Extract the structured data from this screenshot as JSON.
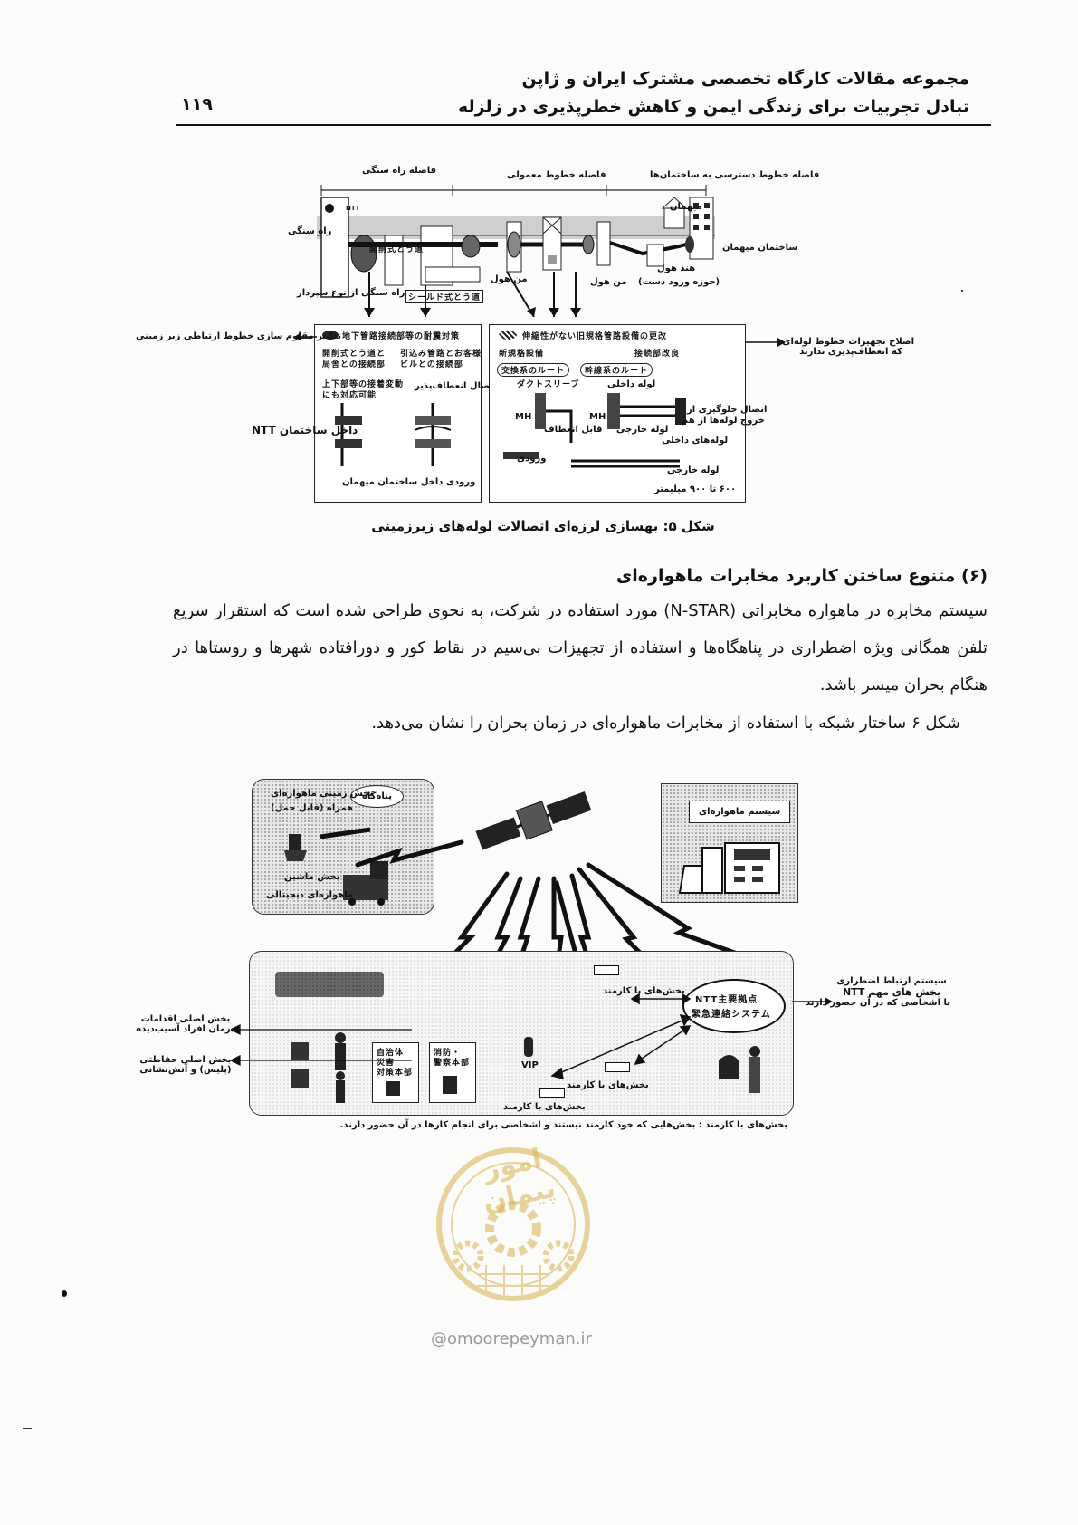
{
  "header": {
    "title_line1": "مجموعه مقالات کارگاه تخصصی مشترک ایران و ژاپن",
    "title_line2": "تبادل تجربیات برای زندگی ایمن و کاهش خطرپذیری در زلزله",
    "page_number": "۱۱۹"
  },
  "figure5": {
    "labels": {
      "stone_road_distance": "فاصله راه سنگی",
      "normal_lines_distance": "فاصله خطوط معمولی",
      "building_access_distance": "فاصله خطوط دسترسی به ساختمان‌ها",
      "stone_road": "راه سنگی",
      "shield_stone_road": "راه سنگی از نوع سپردار",
      "manhole_1": "من هول",
      "manhole_2": "من هول",
      "hand_hole": "هند هول",
      "hand_access_zone": "(حوزه ورود دست)",
      "guest": "میهمان",
      "guest_building": "ساختمان میهمان",
      "ntt_logo": "NTT",
      "underground_measures": "تدابیر مقاوم سازی خطوط ارتباطی زیر زمینی",
      "pipe_repair": "اصلاح تجهیزات خطوط لوله‌ای",
      "pipe_repair_2": "که انعطاف‌پذیری ندارند",
      "flex_joint": "اتصال انعطاف‌پذیر",
      "ntt_inside": "داخل ساختمان NTT",
      "guest_entry": "ورودی داخل ساختمان میهمان",
      "inner_pipe": "لوله داخلی",
      "outer_pipe": "لوله خارجی",
      "flex_cable": "قابل انعطاف",
      "inner_pipes": "لوله‌های داخلی",
      "outer_pipe_2": "لوله خارجی",
      "entry": "ورودی",
      "prevent_joint_1": "اتصال جلوگیری از",
      "prevent_joint_2": "خروج لوله‌ها از هم",
      "size_range": "۶۰۰ تا ۹۰۰ میلیمتر",
      "mh": "MH"
    },
    "jp_labels": {
      "left_title": "地下管路接続部等の耐震対策",
      "right_title": "伸縮性がない旧規格管路設備の更改",
      "jp_a": "開削式とう道と",
      "jp_b": "局舎との接続部",
      "jp_c": "引込み管路とお客様",
      "jp_d": "ビルとの接続部",
      "jp_e": "上下部等の接着変動",
      "jp_f": "にも対応可能",
      "jp_g": "新規格設備",
      "jp_h": "接続部改良",
      "jp_i": "交換系のルート",
      "jp_j": "幹線系のルート",
      "jp_k": "ダクトスリーブ",
      "jp_l": "開削式とう道",
      "jp_m": "シールド式とう道"
    },
    "caption": "شکل ۵: بهسازی لرزه‌ای اتصالات لوله‌های زیرزمینی"
  },
  "section": {
    "heading": "(۶) متنوع ساختن کاربرد مخابرات ماهواره‌ای",
    "paragraph": "سیستم مخابره در ماهواره مخابراتی (N-STAR) مورد استفاده در شرکت، به نحوی طراحی شده است که استقرار سریع تلفن همگانی ویژه اضطراری در پناهگاه‌ها و استفاده از تجهیزات بی‌سیم در نقاط کور و دورافتاده شهرها و روستاها در هنگام بحران میسر باشد.",
    "paragraph2": "شکل ۶ ساختار شبکه با استفاده از مخابرات ماهواره‌ای در زمان بحران را نشان می‌دهد."
  },
  "figure6": {
    "shelter": "پناه‌گاه",
    "mobile_ground": "بخش زمینی ماهواره‌ای",
    "mobile_ground_2": "همراه (قابل حمل)",
    "digital_truck": "بخش ماشین",
    "digital_truck_2": "ماهواره‌ای دیجیتالی",
    "satellite_system": "سیستم ماهواره‌ای",
    "staffed_1": "بخش‌های با کارمند",
    "staffed_2": "بخش‌های با کارمند",
    "staffed_3": "بخش‌های با کارمند",
    "ntt_emergency": "NTT主要拠点",
    "ntt_emergency_2": "緊急連絡システム",
    "emergency_system_1": "سیستم ارتباط اضطراری",
    "emergency_system_2": "بخش های مهم NTT",
    "emergency_system_3": "با اشخاصی که در آن حضور دارند",
    "main_treatment_1": "بخش اصلی اقدامات",
    "main_treatment_2": "درمان افراد آسیب‌دیده",
    "main_protection_1": "بخش اصلی حفاظتی",
    "main_protection_2": "(پلیس) و آتش‌نشانی",
    "vip": "VIP",
    "jp_box_1a": "自治体",
    "jp_box_1b": "災害",
    "jp_box_1c": "対策本部",
    "jp_box_2a": "消防・",
    "jp_box_2b": "警察本部",
    "footnote": "بخش‌های با کارمند : بخش‌هایی که خود کارمند نیستند و اشخاصی برای انجام کارها در آن حضور دارند."
  },
  "watermark": {
    "text": "امور پیمان",
    "url": "omoorepeyman.ir"
  }
}
